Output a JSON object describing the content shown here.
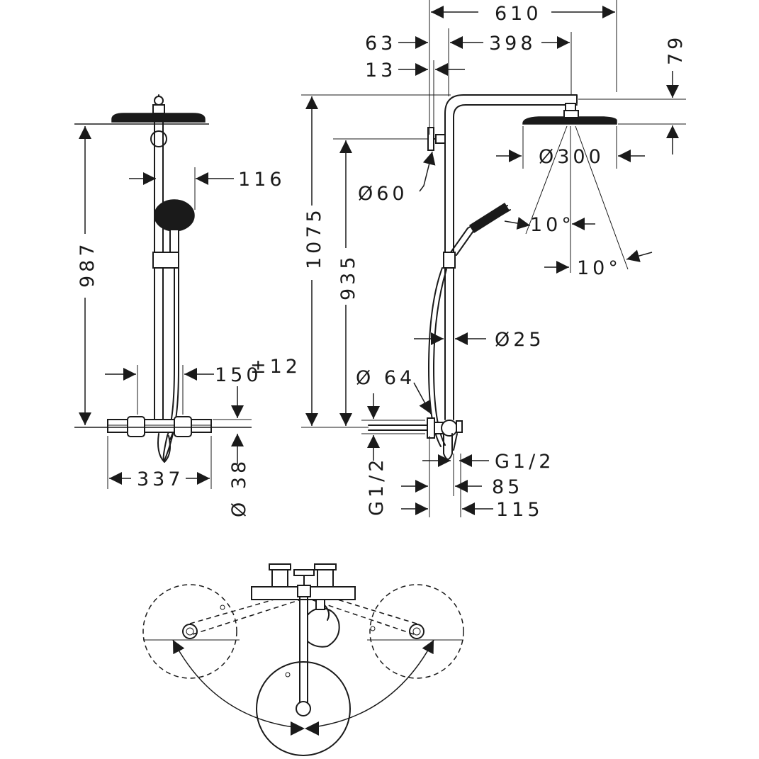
{
  "dimensions": {
    "front_height": "987",
    "front_handshower": "116",
    "front_spacing": "150",
    "front_tolerance": "±12",
    "front_width": "337",
    "front_diameter": "Ø 38",
    "side_total_width": "610",
    "side_wall_offset": "63",
    "side_arm_length": "398",
    "side_wall_gap": "13",
    "side_head_drop": "79",
    "side_head_diameter": "Ø300",
    "side_bracket_diameter": "Ø60",
    "side_total_height": "1075",
    "side_bracket_height": "935",
    "side_tilt_a": "10°",
    "side_tilt_b": "10°",
    "side_pipe_diameter": "Ø25",
    "side_rose_diameter": "Ø 64",
    "side_inlet_left": "G1/2",
    "side_inlet_right": "G1/2",
    "side_depth_a": "85",
    "side_depth_b": "115"
  }
}
